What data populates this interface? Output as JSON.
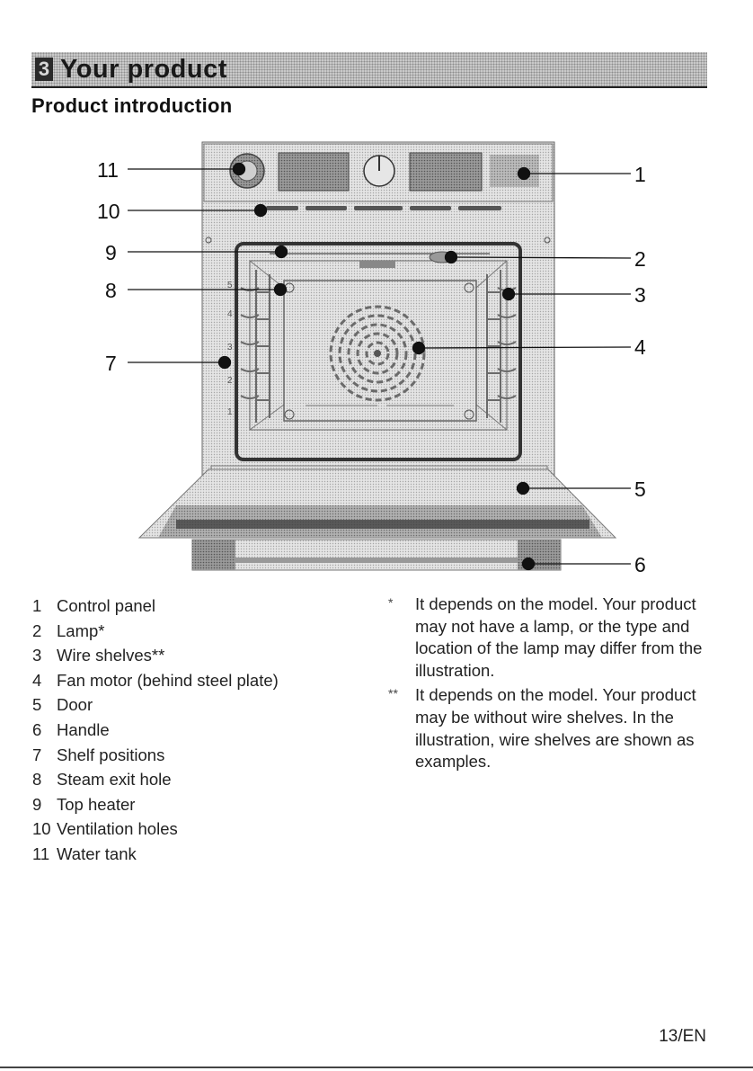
{
  "header": {
    "chapter_number": "3",
    "chapter_title": "Your product"
  },
  "section_title": "Product introduction",
  "figure": {
    "callouts": [
      "1",
      "2",
      "3",
      "4",
      "5",
      "6",
      "7",
      "8",
      "9",
      "10",
      "11"
    ],
    "shelf_numbers": [
      "1",
      "2",
      "3",
      "4",
      "5"
    ]
  },
  "parts": [
    {
      "num": "1",
      "label": "Control panel"
    },
    {
      "num": "2",
      "label": "Lamp*"
    },
    {
      "num": "3",
      "label": "Wire shelves**"
    },
    {
      "num": "4",
      "label": "Fan motor (behind steel plate)"
    },
    {
      "num": "5",
      "label": "Door"
    },
    {
      "num": "6",
      "label": "Handle"
    },
    {
      "num": "7",
      "label": "Shelf positions"
    },
    {
      "num": "8",
      "label": "Steam exit hole"
    },
    {
      "num": "9",
      "label": "Top heater"
    },
    {
      "num": "10",
      "label": "Ventilation holes"
    },
    {
      "num": "11",
      "label": "Water tank"
    }
  ],
  "notes": [
    {
      "mark": "*",
      "text": "It depends on the model. Your product may not have a lamp, or the type and location of the lamp may differ from the illustration."
    },
    {
      "mark": "**",
      "text": "It depends on the model. Your product may be without wire shelves. In the illustration, wire shelves are shown as examples."
    }
  ],
  "page_number": "13/EN"
}
